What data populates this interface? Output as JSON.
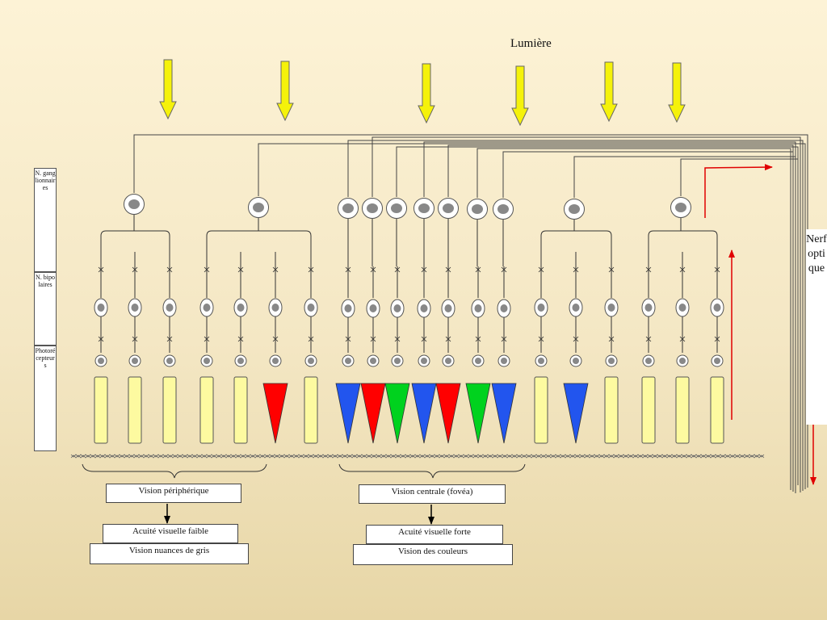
{
  "title": "Lumière",
  "layers": {
    "ganglion": "N. ganglionnaires",
    "bipolar": "N. bipolaires",
    "photo": "Photorécepteurs"
  },
  "nerve_label": "Nerf optique",
  "peripheral": {
    "vision": "Vision périphérique",
    "acuity": "Acuité visuelle faible",
    "colors": "Vision nuances de gris"
  },
  "central": {
    "vision": "Vision centrale (fovéa)",
    "acuity": "Acuité visuelle forte",
    "colors": "Vision des couleurs"
  },
  "colors": {
    "rod": "#fdfaa0",
    "arrow": "#f5f20a",
    "cone_red": "#ff0000",
    "cone_green": "#00d21e",
    "cone_blue": "#2255ee",
    "signal": "#e00000"
  },
  "groups": [
    {
      "cells": [
        "rod",
        "rod",
        "rod"
      ]
    },
    {
      "cells": [
        "rod",
        "rod",
        "red",
        "rod"
      ]
    },
    {
      "cells": [
        "blue"
      ]
    },
    {
      "cells": [
        "red"
      ]
    },
    {
      "cells": [
        "green"
      ]
    },
    {
      "cells": [
        "blue"
      ]
    },
    {
      "cells": [
        "red"
      ]
    },
    {
      "cells": [
        "green"
      ]
    },
    {
      "cells": [
        "blue"
      ]
    },
    {
      "cells": [
        "rod",
        "blue",
        "rod"
      ]
    },
    {
      "cells": [
        "rod",
        "rod",
        "rod"
      ]
    }
  ]
}
